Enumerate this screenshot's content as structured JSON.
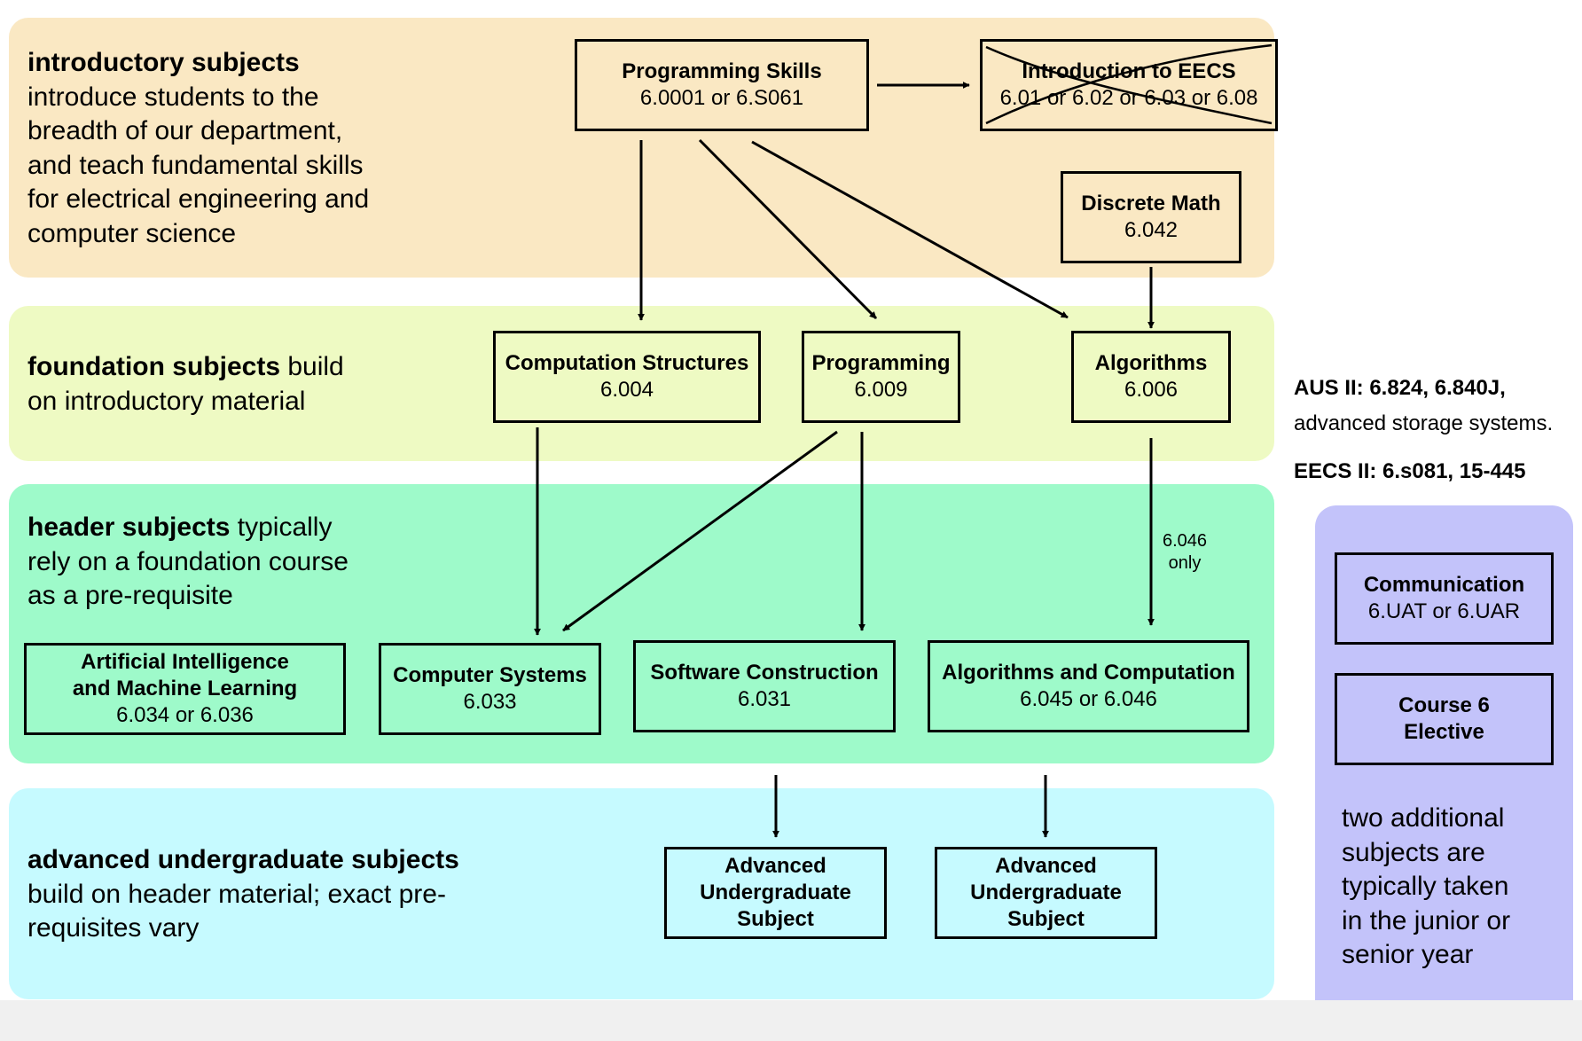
{
  "colors": {
    "introductory": "#fae8c3",
    "foundation": "#eefac3",
    "header": "#9efaca",
    "advanced": "#c6faff",
    "right_panel": "#c3c3fa"
  },
  "bands": {
    "introductory": {
      "title": "introductory subjects",
      "text": "introduce students to the\nbreadth of our department,\nand teach fundamental skills\nfor electrical engineering and\ncomputer science"
    },
    "foundation": {
      "title": "foundation subjects",
      "text": " build\non introductory material"
    },
    "header": {
      "title": "header subjects",
      "text": " typically\nrely on a foundation course\nas a pre-requisite"
    },
    "advanced": {
      "title": "advanced undergraduate subjects",
      "text": "build on header material; exact pre-\nrequisites vary"
    }
  },
  "boxes": {
    "programming_skills": {
      "title": "Programming Skills",
      "code": "6.0001 or 6.S061"
    },
    "intro_eecs": {
      "title": "Introduction to EECS",
      "code": "6.01 or 6.02 or 6.03 or 6.08",
      "crossed_out": true
    },
    "discrete_math": {
      "title": "Discrete Math",
      "code": "6.042"
    },
    "computation_structures": {
      "title": "Computation Structures",
      "code": "6.004"
    },
    "programming": {
      "title": "Programming",
      "code": "6.009"
    },
    "algorithms": {
      "title": "Algorithms",
      "code": "6.006"
    },
    "ai_ml": {
      "title": "Artificial Intelligence\nand Machine Learning",
      "code": "6.034 or 6.036"
    },
    "computer_systems": {
      "title": "Computer Systems",
      "code": "6.033"
    },
    "software_construction": {
      "title": "Software Construction",
      "code": "6.031"
    },
    "algorithms_computation": {
      "title": "Algorithms and Computation",
      "code": "6.045 or 6.046"
    },
    "advanced_1": {
      "title": "Advanced\nUndergraduate\nSubject"
    },
    "advanced_2": {
      "title": "Advanced\nUndergraduate\nSubject"
    },
    "communication": {
      "title": "Communication",
      "code": "6.UAT or 6.UAR"
    },
    "course6_elective": {
      "title": "Course 6\nElective"
    }
  },
  "arrow_label": "6.046\nonly",
  "sidenotes": {
    "aus_bold": "AUS II: 6.824, 6.840J,",
    "aus_text": "advanced storage systems.",
    "eecs": "EECS II: 6.s081, 15-445"
  },
  "electives_note": "two additional\nsubjects are\ntypically taken\nin the junior or\nsenior year"
}
